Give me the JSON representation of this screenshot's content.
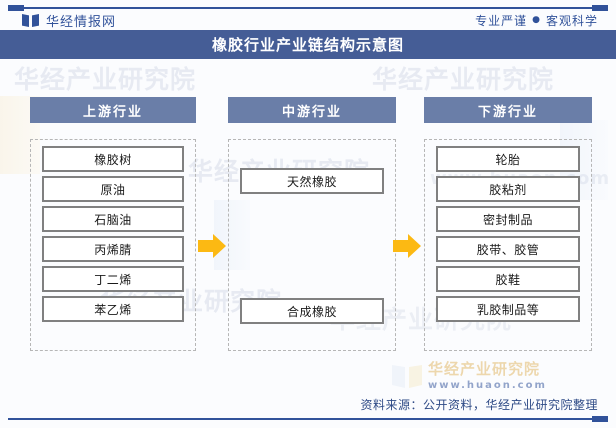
{
  "header": {
    "brand_name": "华经情报网",
    "brand_logo_icon": "open-book-icon",
    "tagline_left": "专业严谨",
    "tagline_dot": "●",
    "tagline_right": "客观科学",
    "title": "橡胶行业产业链结构示意图"
  },
  "colors": {
    "title_bar": "#455d96",
    "column_header": "#6a7ea8",
    "arrow": "#fcb913",
    "rule": "#31529a",
    "cell_border": "#808080",
    "dashed_border": "#b6b6b6",
    "source_text": "#2e4a86"
  },
  "columns": [
    {
      "key": "upstream",
      "header": "上游行业",
      "items": [
        "橡胶树",
        "原油",
        "石脑油",
        "丙烯腈",
        "丁二烯",
        "苯乙烯"
      ]
    },
    {
      "key": "midstream",
      "header": "中游行业",
      "items": [
        "天然橡胶",
        "合成橡胶"
      ]
    },
    {
      "key": "downstream",
      "header": "下游行业",
      "items": [
        "轮胎",
        "胶粘剂",
        "密封制品",
        "胶带、胶管",
        "胶鞋",
        "乳胶制品等"
      ]
    }
  ],
  "arrows": [
    {
      "name": "arrow-upstream-to-midstream",
      "icon": "arrow-right-icon"
    },
    {
      "name": "arrow-midstream-to-downstream",
      "icon": "arrow-right-icon"
    }
  ],
  "watermarks": {
    "text": "华经产业研究院",
    "url": "www.huaon.com",
    "logo_icon": "open-book-icon",
    "background_repeats": [
      "华经产业研究院",
      "华经产业研究院",
      "华经产业研究院",
      "华经产业研究院",
      "华经产业研究院",
      "www.huaon.com"
    ]
  },
  "footer": {
    "source": "资料来源：公开资料，华经产业研究院整理"
  }
}
